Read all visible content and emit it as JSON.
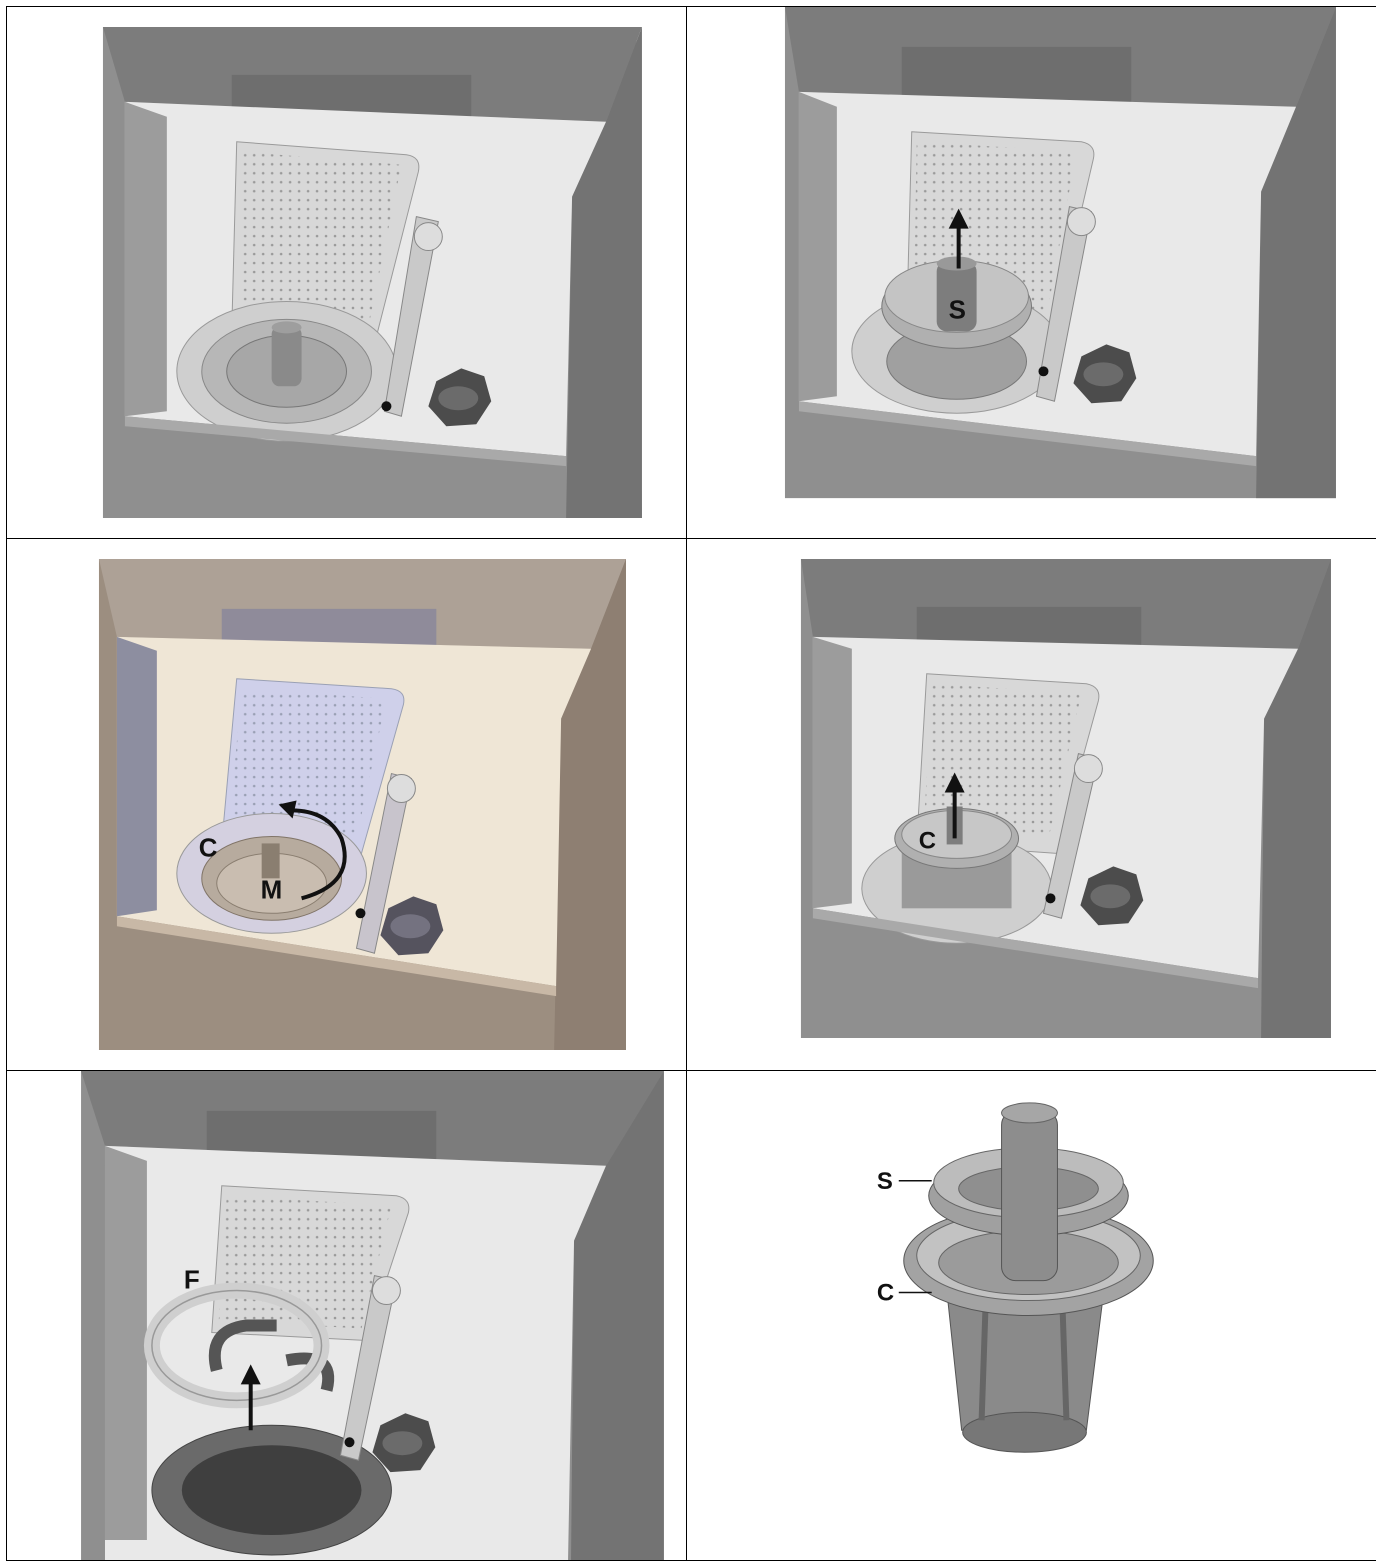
{
  "panels": [
    {
      "step": 1,
      "labels": []
    },
    {
      "step": 2,
      "labels": [
        "S"
      ]
    },
    {
      "step": 3,
      "labels": [
        "C",
        "M"
      ]
    },
    {
      "step": 4,
      "labels": [
        "C"
      ]
    },
    {
      "step": 5,
      "labels": [
        "F"
      ]
    },
    {
      "step": 6,
      "labels": [
        "S",
        "C"
      ]
    }
  ],
  "labels": {
    "s": "S",
    "c": "C",
    "m": "M",
    "f": "F"
  },
  "colors": {
    "cabinet_gray": "#8f8f8f",
    "cabinet_dark": "#6f6f6f",
    "tank_interior": "#e9e9e9",
    "panel3_tint": "#b5a89b",
    "ink": "#111111"
  },
  "icons": [
    "arrow-up-icon",
    "rotate-arrow-icon"
  ]
}
